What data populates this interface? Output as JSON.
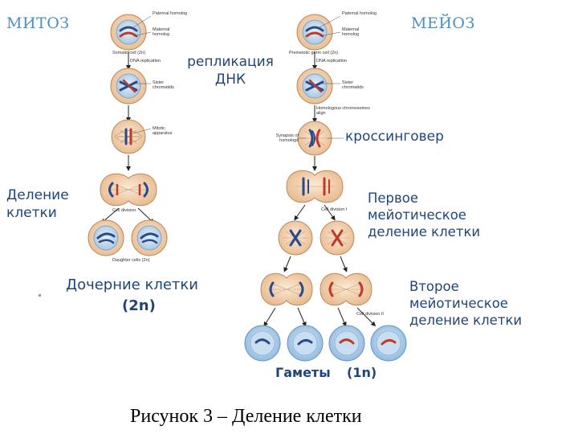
{
  "titles": {
    "mitosis": "МИТОЗ",
    "meiosis": "МЕЙОЗ"
  },
  "mitosis_labels": {
    "paternal": "Paternal homolog",
    "maternal": "Maternal homolog",
    "somatic": "Somatic cell (2n)",
    "dna_replication": "DNA replication",
    "sister": "Sister chromatids",
    "mitotic": "Mitotic apparatus",
    "cell_division": "Cell division",
    "daughter": "Daughter cells (2n)"
  },
  "meiosis_labels": {
    "paternal": "Paternal homolog",
    "maternal": "Maternal homolog",
    "premeiotic": "Premeiotic germ cell (2n)",
    "dna_replication": "DNA replication",
    "sister": "Sister chromatids",
    "homologous_align": "Homologous chromosomes align",
    "synapsis": "Synapsis of homologs",
    "cell_division_1": "Cell division I",
    "cell_division_2": "Cell division II"
  },
  "ru_labels": {
    "replication": "репликация ДНК",
    "crossingover": "кроссинговер",
    "cell_division": "Деление клетки",
    "daughter_cells": "Дочерние клетки",
    "daughter_2n": "(2n)",
    "first_meiotic": "Первое мейотическое деление клетки",
    "second_meiotic": "Второе мейотическое деление клетки",
    "gametes": "Гаметы",
    "gametes_1n": "(1n)"
  },
  "caption": "Рисунок 3 – Деление клетки",
  "colors": {
    "accent_title": "#4a8fc1",
    "label_blue": "#20457a",
    "cell_fill": "#f3d7b7",
    "gamete_fill": "#a9cbe9",
    "chromosome_blue": "#2b4a8c",
    "chromosome_red": "#c0392b"
  }
}
